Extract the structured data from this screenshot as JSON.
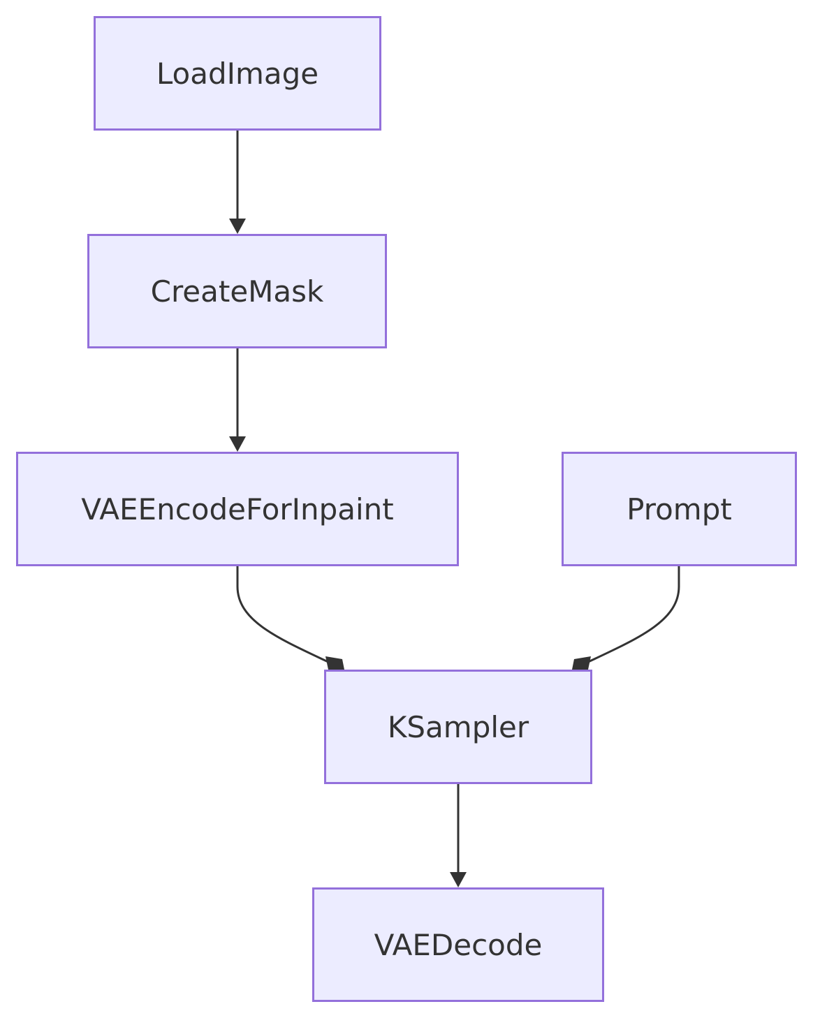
{
  "colors": {
    "node_fill": "#ECECFF",
    "node_border": "#9370DB",
    "edge": "#333333",
    "text": "#333333"
  },
  "nodes": {
    "load_image": "LoadImage",
    "create_mask": "CreateMask",
    "vae_encode_for_inpaint": "VAEEncodeForInpaint",
    "prompt": "Prompt",
    "ksampler": "KSampler",
    "vae_decode": "VAEDecode"
  },
  "edges": [
    {
      "from": "load_image",
      "to": "create_mask"
    },
    {
      "from": "create_mask",
      "to": "vae_encode_for_inpaint"
    },
    {
      "from": "vae_encode_for_inpaint",
      "to": "ksampler"
    },
    {
      "from": "prompt",
      "to": "ksampler"
    },
    {
      "from": "ksampler",
      "to": "vae_decode"
    }
  ]
}
